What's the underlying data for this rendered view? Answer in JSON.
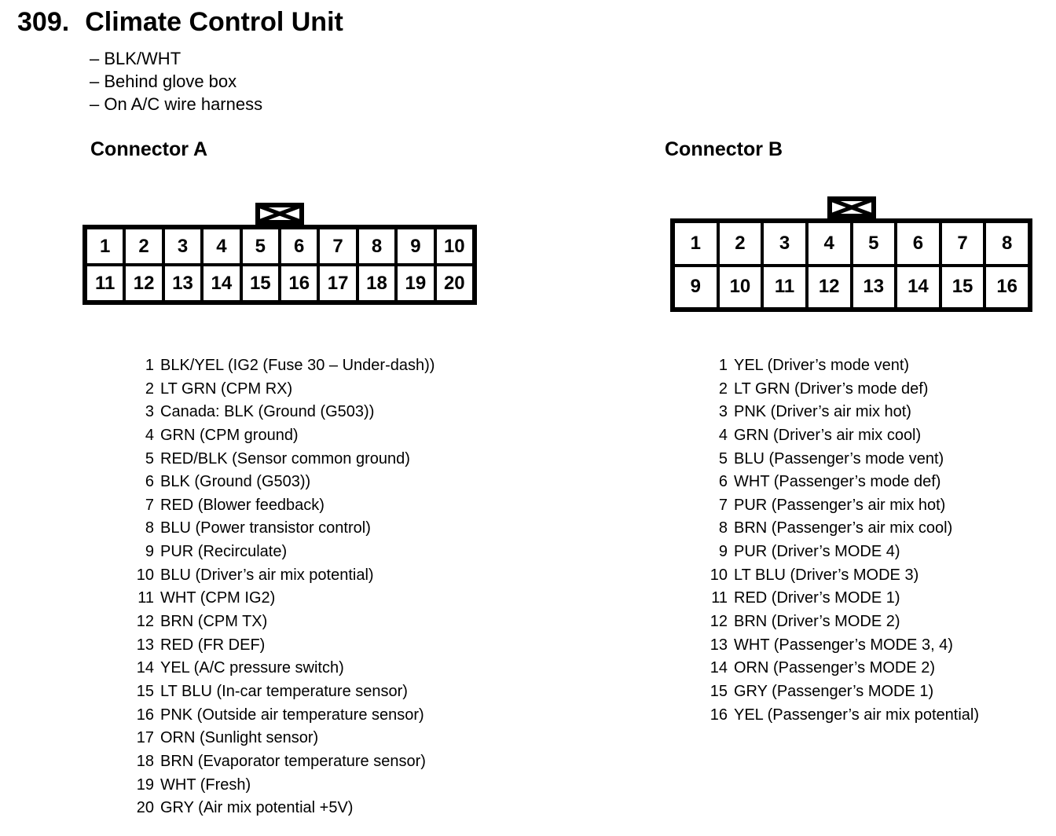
{
  "colors": {
    "ink": "#000000",
    "paper": "#ffffff"
  },
  "icons": {
    "connector_key_tab": "crossed-box-icon"
  },
  "header": {
    "section_number": "309.",
    "title": "Climate Control Unit",
    "notes": [
      "– BLK/WHT",
      "– Behind glove box",
      "– On A/C wire harness"
    ]
  },
  "connector_a": {
    "heading": "Connector A",
    "cells": [
      "1",
      "2",
      "3",
      "4",
      "5",
      "6",
      "7",
      "8",
      "9",
      "10",
      "11",
      "12",
      "13",
      "14",
      "15",
      "16",
      "17",
      "18",
      "19",
      "20"
    ],
    "pins": [
      {
        "n": "1",
        "d": "BLK/YEL (IG2 (Fuse 30 – Under-dash))"
      },
      {
        "n": "2",
        "d": "LT GRN (CPM RX)"
      },
      {
        "n": "3",
        "d": "Canada: BLK (Ground (G503))"
      },
      {
        "n": "4",
        "d": "GRN (CPM ground)"
      },
      {
        "n": "5",
        "d": "RED/BLK (Sensor common ground)"
      },
      {
        "n": "6",
        "d": "BLK (Ground (G503))"
      },
      {
        "n": "7",
        "d": "RED (Blower feedback)"
      },
      {
        "n": "8",
        "d": "BLU (Power transistor control)"
      },
      {
        "n": "9",
        "d": "PUR (Recirculate)"
      },
      {
        "n": "10",
        "d": "BLU (Driver’s air mix potential)"
      },
      {
        "n": "11",
        "d": "WHT (CPM IG2)"
      },
      {
        "n": "12",
        "d": "BRN (CPM TX)"
      },
      {
        "n": "13",
        "d": "RED (FR DEF)"
      },
      {
        "n": "14",
        "d": "YEL (A/C pressure switch)"
      },
      {
        "n": "15",
        "d": "LT BLU (In-car temperature sensor)"
      },
      {
        "n": "16",
        "d": "PNK (Outside air temperature sensor)"
      },
      {
        "n": "17",
        "d": "ORN (Sunlight sensor)"
      },
      {
        "n": "18",
        "d": "BRN (Evaporator temperature sensor)"
      },
      {
        "n": "19",
        "d": "WHT (Fresh)"
      },
      {
        "n": "20",
        "d": "GRY (Air mix potential +5V)"
      }
    ]
  },
  "connector_b": {
    "heading": "Connector B",
    "cells": [
      "1",
      "2",
      "3",
      "4",
      "5",
      "6",
      "7",
      "8",
      "9",
      "10",
      "11",
      "12",
      "13",
      "14",
      "15",
      "16"
    ],
    "pins": [
      {
        "n": "1",
        "d": "YEL (Driver’s mode vent)"
      },
      {
        "n": "2",
        "d": "LT GRN (Driver’s mode def)"
      },
      {
        "n": "3",
        "d": "PNK (Driver’s air mix hot)"
      },
      {
        "n": "4",
        "d": "GRN (Driver’s air mix cool)"
      },
      {
        "n": "5",
        "d": "BLU (Passenger’s mode vent)"
      },
      {
        "n": "6",
        "d": "WHT (Passenger’s mode def)"
      },
      {
        "n": "7",
        "d": "PUR (Passenger’s air mix hot)"
      },
      {
        "n": "8",
        "d": "BRN (Passenger’s air mix cool)"
      },
      {
        "n": "9",
        "d": "PUR (Driver’s MODE 4)"
      },
      {
        "n": "10",
        "d": "LT BLU (Driver’s MODE 3)"
      },
      {
        "n": "11",
        "d": "RED (Driver’s MODE 1)"
      },
      {
        "n": "12",
        "d": "BRN (Driver’s MODE 2)"
      },
      {
        "n": "13",
        "d": "WHT (Passenger’s MODE 3, 4)"
      },
      {
        "n": "14",
        "d": "ORN (Passenger’s MODE 2)"
      },
      {
        "n": "15",
        "d": "GRY (Passenger’s MODE 1)"
      },
      {
        "n": "16",
        "d": "YEL (Passenger’s air mix potential)"
      }
    ]
  }
}
